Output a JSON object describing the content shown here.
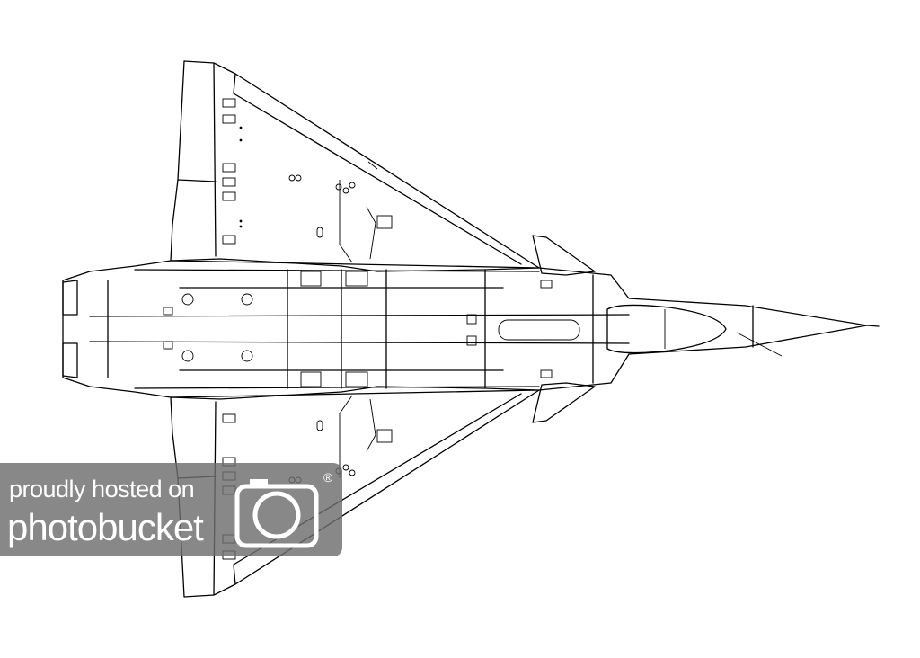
{
  "watermark": {
    "line1": "proudly hosted on",
    "line2": "photobucket",
    "logo_icon": "camera-icon",
    "registered_mark": "®",
    "color": "#6e6e6e"
  },
  "drawing": {
    "subject": "delta-wing-jet-top-view",
    "stroke_color": "#000000",
    "background_color": "#ffffff"
  }
}
